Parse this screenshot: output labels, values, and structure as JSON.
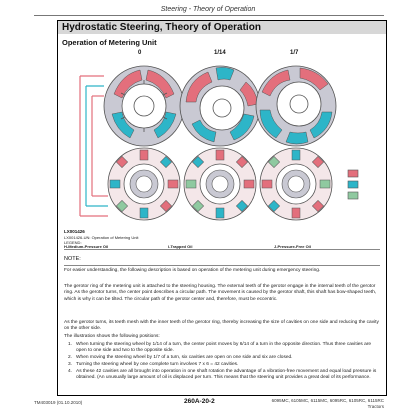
{
  "header": "Steering - Theory of Operation",
  "title": "Hydrostatic Steering, Theory of Operation",
  "section": "Operation of Metering Unit",
  "ticks": [
    "0",
    "1/14",
    "1/7"
  ],
  "figure_code": "LX001426",
  "legend": {
    "caption": "LX001426-UN: Operation of Metering Unit",
    "heading": "LEGEND:",
    "items": [
      {
        "symbol": "H",
        "label": "H-Medium-Pressure Oil",
        "color": "#e36f7c"
      },
      {
        "symbol": "I",
        "label": "I-Trapped Oil",
        "color": "#2db5c8"
      },
      {
        "symbol": "J",
        "label": "J-Pressure-Free Oil",
        "color": "#8fc9a0"
      }
    ]
  },
  "note": {
    "title": "NOTE:",
    "text": "For easier understanding, the following description is based on operation of the metering unit during emergency steering."
  },
  "paragraphs": [
    "The gerotor ring of the metering unit is attached to the steering housing. The external teeth of the gerotor engage in the internal teeth of the gerotor ring. As the gerotor turns, the center point describes a circular path. The movement is caused by the gerotor shaft, this shaft has bow-shaped teeth, which is why it can be tilted. The circular path of the gerotor center and, therefore, must be eccentric.",
    "As the gerotor turns, its teeth mesh with the inner teeth of the gerotor ring, thereby increasing the size of cavities on one side and reducing the cavity on the other side.",
    "The illustration shows the following positions:"
  ],
  "list": [
    "When turning the steering wheel by 1/14 of a turn, the center point moves by 6/14 of a turn in the opposite direction. Thus three cavities are open to one side and two to the opposite side.",
    "When moving the steering wheel by 1/7 of a turn, six cavities are open on one side and six are closed.",
    "Turning the steering wheel by one complete turn involves 7 x 6 = 42 cavities.",
    "As these 42 cavities are all brought into operation in one shaft rotation the advantage of a vibration-free movement and equal load pressure is obtained. (An unusually large amount of oil is displaced per turn. This means that the steering unit provides a great deal of its performance."
  ],
  "footer": {
    "left": "TM403019 (01.10.2010)",
    "center": "260A-20-2",
    "right": "6095MC, 6105MC, 6115MC, 6095RC, 6105RC, 6115RC Tractors"
  },
  "colors": {
    "red": "#e36f7c",
    "teal": "#2db5c8",
    "green": "#8fc9a0",
    "ring": "#c9c9d3",
    "gray": "#d7d7d7"
  }
}
